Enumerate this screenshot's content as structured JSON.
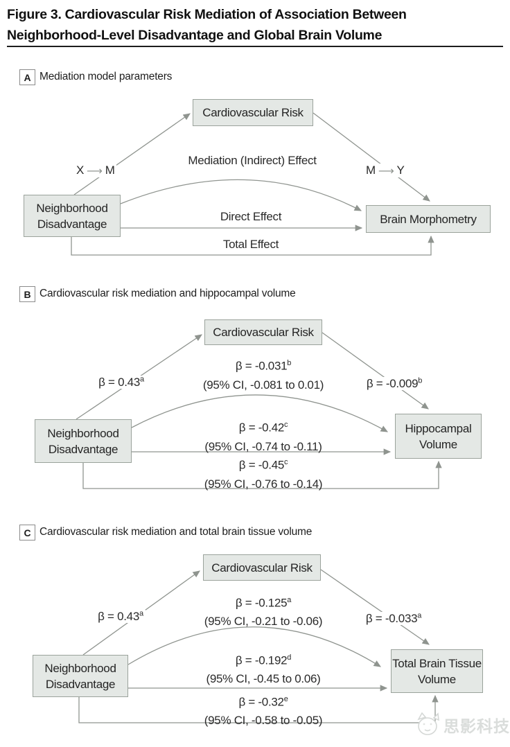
{
  "title": {
    "line1": "Figure 3. Cardiovascular Risk Mediation of Association Between",
    "line2": "Neighborhood-Level Disadvantage and Global Brain Volume"
  },
  "panelA": {
    "label": "A",
    "heading": "Mediation model parameters",
    "mediator_box": "Cardiovascular Risk",
    "x_box": "Neighborhood Disadvantage",
    "outcome_box": "Brain Morphometry",
    "xm": {
      "x": "X",
      "arrow": "⟶",
      "m": "M"
    },
    "my": {
      "m": "M",
      "arrow": "⟶",
      "y": "Y"
    },
    "mediation_label": "Mediation (Indirect) Effect",
    "direct_label": "Direct Effect",
    "total_label": "Total Effect"
  },
  "panelB": {
    "label": "B",
    "heading": "Cardiovascular risk mediation and hippocampal volume",
    "mediator_box": "Cardiovascular Risk",
    "x_box": "Neighborhood Disadvantage",
    "outcome_box": "Hippocampal Volume",
    "path_a": {
      "beta": "β = 0.43",
      "sup": "a"
    },
    "path_b": {
      "beta": "β = -0.009",
      "sup": "b"
    },
    "indirect": {
      "beta": "β = -0.031",
      "sup": "b",
      "ci": "(95% CI, -0.081 to 0.01)"
    },
    "direct": {
      "beta": "β = -0.42",
      "sup": "c",
      "ci": "(95% CI, -0.74 to -0.11)"
    },
    "total": {
      "beta": "β = -0.45",
      "sup": "c",
      "ci": "(95% CI, -0.76 to -0.14)"
    }
  },
  "panelC": {
    "label": "C",
    "heading": "Cardiovascular risk mediation and total brain tissue volume",
    "mediator_box": "Cardiovascular Risk",
    "x_box": "Neighborhood Disadvantage",
    "outcome_box": "Total Brain Tissue Volume",
    "path_a": {
      "beta": "β = 0.43",
      "sup": "a"
    },
    "path_b": {
      "beta": "β = -0.033",
      "sup": "a"
    },
    "indirect": {
      "beta": "β = -0.125",
      "sup": "a",
      "ci": "(95% CI, -0.21 to -0.06)"
    },
    "direct": {
      "beta": "β = -0.192",
      "sup": "d",
      "ci": "(95% CI, -0.45 to 0.06)"
    },
    "total": {
      "beta": "β = -0.32",
      "sup": "e",
      "ci": "(95% CI, -0.58 to -0.05)"
    }
  },
  "watermark": {
    "text": "思影科技"
  },
  "colors": {
    "box_fill": "#e4e8e5",
    "box_border": "#9aa29b",
    "arrow": "#8f948f",
    "text": "#2a2a2a"
  }
}
